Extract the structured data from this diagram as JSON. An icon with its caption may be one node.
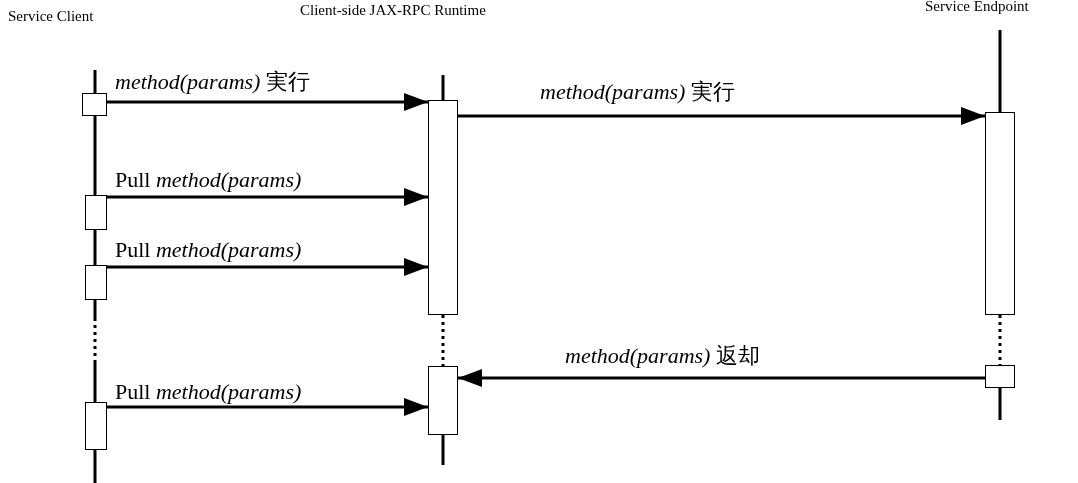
{
  "diagram": {
    "nodes": [
      {
        "text": [
          "Service Client"
        ]
      },
      {
        "text": [
          "Client-side JAX-RPC Runtime"
        ]
      },
      {
        "text": [
          "Service Endpoint"
        ]
      },
      {
        "text": [],
        "shape": "box"
      },
      {
        "text": [],
        "shape": "box"
      },
      {
        "text": [],
        "shape": "box"
      },
      {
        "text": [],
        "shape": "box"
      },
      {
        "text": [],
        "shape": "box"
      },
      {
        "text": [],
        "shape": "box"
      },
      {
        "text": [],
        "shape": "box"
      },
      {
        "text": [],
        "shape": "box"
      }
    ],
    "edges": [
      {
        "from": 3,
        "to": 4,
        "arrow": "to",
        "label": "*method(params)* 実行"
      },
      {
        "from": 4,
        "to": 5,
        "arrow": "to",
        "label": "*method(params)* 実行"
      },
      {
        "from": 6,
        "to": 4,
        "arrow": "to",
        "label": "Pull *method(params)*"
      },
      {
        "from": 7,
        "to": 4,
        "arrow": "to",
        "label": "Pull *method(params)*"
      },
      {
        "from": 9,
        "to": 8,
        "arrow": "to",
        "label": "*method(params)* 返却"
      },
      {
        "from": 10,
        "to": 8,
        "arrow": "to",
        "label": "Pull *method(params)*"
      }
    ]
  }
}
